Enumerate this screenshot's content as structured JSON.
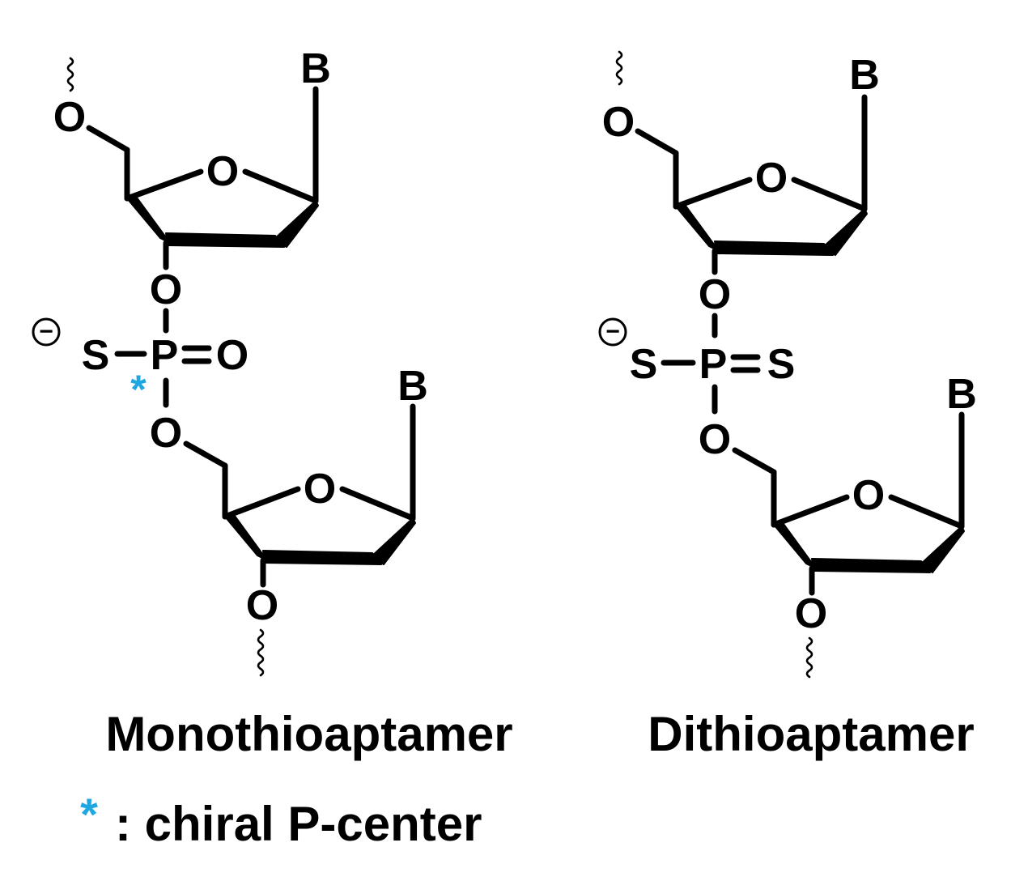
{
  "colors": {
    "ink": "#000000",
    "chiral_marker": "#1ea7e1"
  },
  "atoms": {
    "oxygen": "O",
    "sulfur": "S",
    "phosphorus": "P",
    "base": "B",
    "chiral_marker": "*",
    "negative_charge": "−"
  },
  "left_structure": {
    "caption": "Monothioaptamer"
  },
  "right_structure": {
    "caption": "Dithioaptamer"
  },
  "legend": {
    "marker": "*",
    "text": ": chiral P-center"
  }
}
